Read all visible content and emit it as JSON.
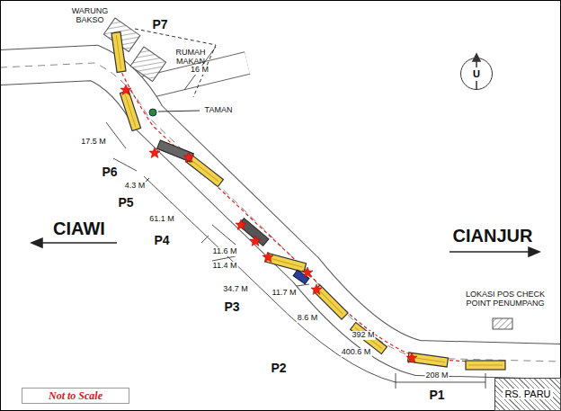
{
  "diagram": {
    "nodes": [
      {
        "text": [
          "U"
        ]
      },
      {
        "text": [
          "RS. PARU"
        ]
      },
      {
        "text": [
          "Not to Scale"
        ]
      }
    ],
    "labels": [
      "WARUNG BAKSO",
      "P7",
      "RUMAH MAKAN",
      "16 M",
      "TAMAN",
      "17.5 M",
      "P6",
      "4.3 M",
      "P5",
      "CIAWI",
      "61.1 M",
      "P4",
      "11.6 M",
      "11.4 M",
      "CIANJUR",
      "34.7 M",
      "11.7 M",
      "8.6 M",
      "P3",
      "392 M",
      "400.6 M",
      "P2",
      "LOKASI POS CHECK POINT PENUMPANG",
      "208 M",
      "P1"
    ]
  }
}
